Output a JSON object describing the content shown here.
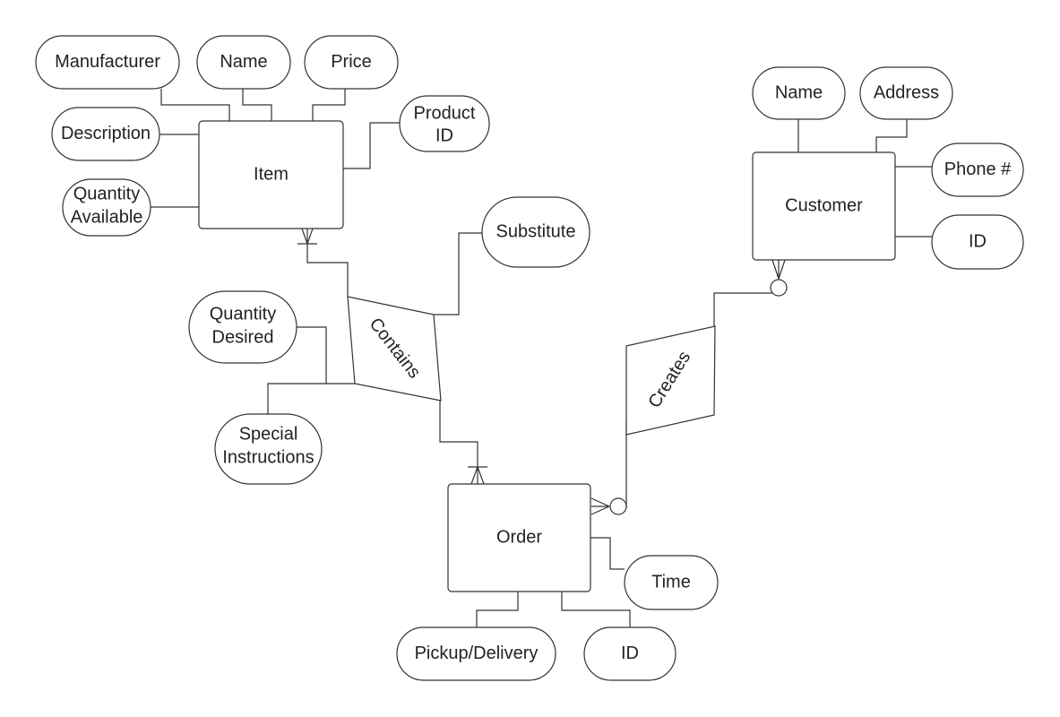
{
  "diagram": {
    "type": "entity-relationship",
    "entities": {
      "item": {
        "label": "Item"
      },
      "customer": {
        "label": "Customer"
      },
      "order": {
        "label": "Order"
      }
    },
    "relationships": {
      "contains": {
        "label": "Contains"
      },
      "creates": {
        "label": "Creates"
      }
    },
    "attributes": {
      "manufacturer": {
        "label": "Manufacturer"
      },
      "item_name": {
        "label": "Name"
      },
      "price": {
        "label": "Price"
      },
      "description": {
        "label": "Description"
      },
      "product_id": {
        "lines": [
          "Product",
          "ID"
        ]
      },
      "quantity_available": {
        "lines": [
          "Quantity",
          "Available"
        ]
      },
      "substitute": {
        "label": "Substitute"
      },
      "quantity_desired": {
        "lines": [
          "Quantity",
          "Desired"
        ]
      },
      "special_instructions": {
        "lines": [
          "Special",
          "Instructions"
        ]
      },
      "customer_name": {
        "label": "Name"
      },
      "address": {
        "label": "Address"
      },
      "phone": {
        "label": "Phone #"
      },
      "customer_id": {
        "label": "ID"
      },
      "time": {
        "label": "Time"
      },
      "pickup_delivery": {
        "label": "Pickup/Delivery"
      },
      "order_id": {
        "label": "ID"
      }
    },
    "links": [
      {
        "from": "item",
        "to": "contains",
        "from_end": "one-or-many"
      },
      {
        "from": "contains",
        "to": "order",
        "to_end": "one-or-many"
      },
      {
        "from": "customer",
        "to": "creates",
        "from_end": "zero-or-many"
      },
      {
        "from": "creates",
        "to": "order",
        "to_end": "zero-or-many"
      }
    ]
  }
}
